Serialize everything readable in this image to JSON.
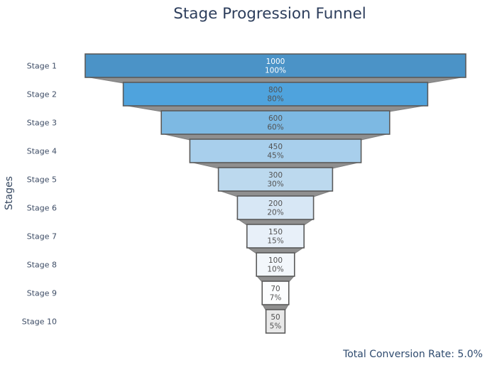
{
  "chart_data": {
    "type": "funnel",
    "title": "Stage Progression Funnel",
    "ylabel": "Stages",
    "annotation": "Total Conversion Rate: 5.0%",
    "categories": [
      "Stage 1",
      "Stage 2",
      "Stage 3",
      "Stage 4",
      "Stage 5",
      "Stage 6",
      "Stage 7",
      "Stage 8",
      "Stage 9",
      "Stage 10"
    ],
    "values": [
      1000,
      800,
      600,
      450,
      300,
      200,
      150,
      100,
      70,
      50
    ],
    "value_labels": [
      "1000",
      "800",
      "600",
      "450",
      "300",
      "200",
      "150",
      "100",
      "70",
      "50"
    ],
    "percent_labels": [
      "100%",
      "80%",
      "60%",
      "45%",
      "30%",
      "20%",
      "15%",
      "10%",
      "7%",
      "5%"
    ],
    "legend": "none",
    "grid": "off",
    "style": {
      "bar_colors": [
        "#4b93c7",
        "#4fa3dd",
        "#7db9e3",
        "#a8cfec",
        "#bcd9ee",
        "#d7e7f5",
        "#e8f0f9",
        "#f3f7fb",
        "#fcfdfe",
        "#e9e9e9"
      ],
      "bar_label_colors": [
        "#ffffff",
        "#525252",
        "#525252",
        "#525252",
        "#525252",
        "#525252",
        "#525252",
        "#525252",
        "#525252",
        "#525252"
      ],
      "bar_border_color": "#5a5a5a",
      "connector_color": "#8f8f8f",
      "connector_edge_color": "#7e7e7e",
      "title_color": "#2d3e5c",
      "axis_label_color": "#33455e",
      "tick_label_color": "#3e4d66",
      "annotation_color": "#2e4a6e",
      "background_color": "#ffffff"
    }
  }
}
